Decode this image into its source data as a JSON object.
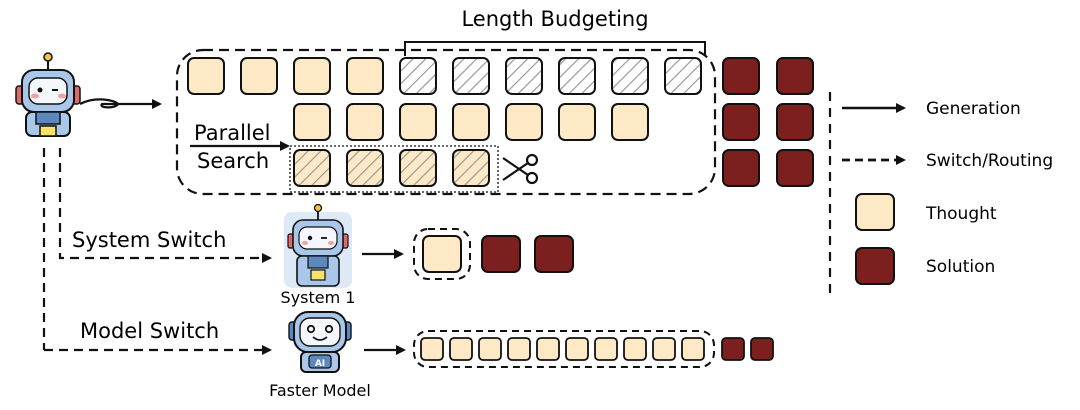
{
  "labels": {
    "length_budgeting": "Length Budgeting",
    "parallel": "Parallel",
    "search": "Search",
    "system_switch": "System Switch",
    "system1": "System 1",
    "model_switch": "Model Switch",
    "faster_model": "Faster Model",
    "robot_badge": "AI"
  },
  "legend": {
    "generation": "Generation",
    "switch_routing": "Switch/Routing",
    "thought": "Thought",
    "solution": "Solution"
  },
  "colors": {
    "thought_fill": "#fde9c6",
    "solution_fill": "#7b1f1f",
    "stroke": "#111111",
    "hatch": "#9a9a9a",
    "robot_body": "#a9c7e8",
    "robot_dark": "#5c88c0",
    "robot_cheek": "#f3a0a0",
    "system1_bg": "#c6daf2"
  },
  "icons": {
    "scissors": "scissors-icon",
    "main_robot": "robot-icon",
    "system1_robot": "robot-icon",
    "faster_robot": "ai-robot-icon"
  }
}
